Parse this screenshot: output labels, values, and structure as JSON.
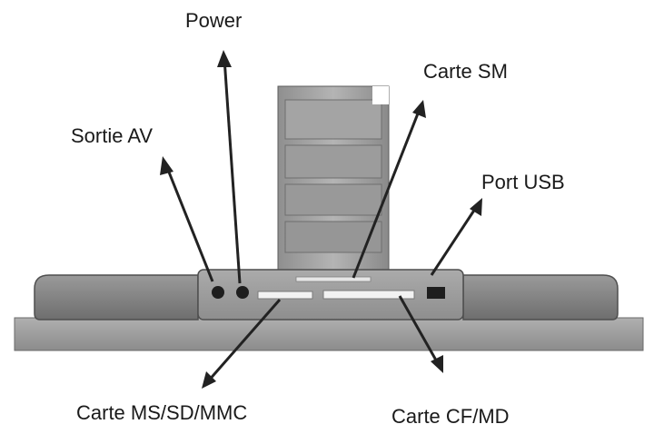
{
  "labels": {
    "power": "Power",
    "carte_sm": "Carte SM",
    "sortie_av": "Sortie AV",
    "port_usb": "Port USB",
    "carte_ms": "Carte MS/SD/MMC",
    "carte_cf": "Carte CF/MD"
  }
}
